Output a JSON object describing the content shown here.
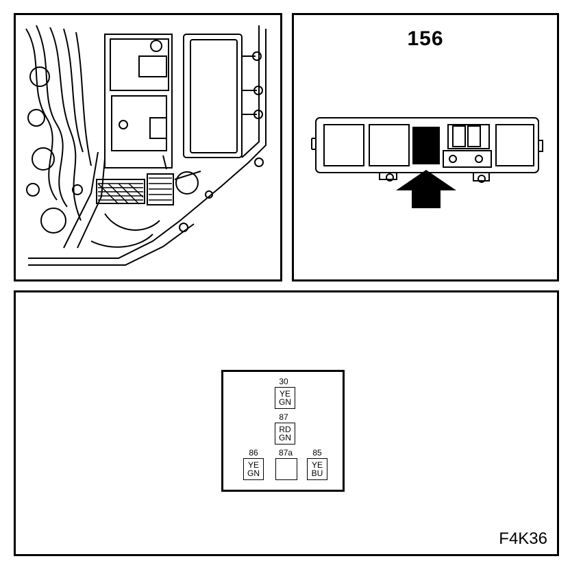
{
  "fusebox": {
    "number": "156"
  },
  "relay": {
    "pins": [
      {
        "id": "p30",
        "number": "30",
        "line1": "YE",
        "line2": "GN"
      },
      {
        "id": "p87",
        "number": "87",
        "line1": "RD",
        "line2": "GN"
      },
      {
        "id": "p86",
        "number": "86",
        "line1": "YE",
        "line2": "GN"
      },
      {
        "id": "p87a",
        "number": "87a",
        "line1": "",
        "line2": ""
      },
      {
        "id": "p85",
        "number": "85",
        "line1": "YE",
        "line2": "BU"
      }
    ]
  },
  "figure_code": "F4K36"
}
